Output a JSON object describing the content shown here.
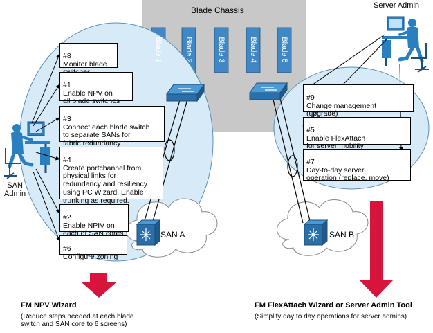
{
  "chassis": {
    "title": "Blade Chassis",
    "blades": [
      "Blade 1",
      "Blade 2",
      "Blade 3",
      "Blade 4",
      "Blade 5"
    ]
  },
  "actors": {
    "san_admin": "SAN\nAdmin",
    "server_admin": "Server Admin"
  },
  "left_steps": [
    {
      "num": "#8",
      "text": "Monitor blade\nswitches"
    },
    {
      "num": "#1",
      "text": "Enable NPV on\nall blade switches"
    },
    {
      "num": "#3",
      "text": "Connect each blade switch\nto separate SANs for\nfabric redundancy"
    },
    {
      "num": "#4",
      "text": "Create portchannel from\nphysical links for\nredundancy and resiliency\nusing PC Wizard. Enable\ntrunking as required."
    },
    {
      "num": "#2",
      "text": "Enable NPIV on\neach of SAN cores"
    },
    {
      "num": "#6",
      "text": "Configure zoning"
    }
  ],
  "right_steps": [
    {
      "num": "#9",
      "text": "Change management\n(upgrade)"
    },
    {
      "num": "#5",
      "text": "Enable FlexAttach\nfor server mobility"
    },
    {
      "num": "#7",
      "text": "Day-to-day server\noperation (replace, move)"
    }
  ],
  "san_labels": {
    "a": "SAN A",
    "b": "SAN B"
  },
  "footer": {
    "left_title": "FM NPV Wizard",
    "left_desc": "(Reduce steps needed at each blade\nswitch and SAN core to 6 screens)",
    "right_title": "FM FlexAttach Wizard  or Server Admin Tool",
    "right_desc": "(Simplify day to day operations for server admins)"
  },
  "colors": {
    "chassis_bg": "#c8c8c8",
    "blade_fill": "#3f88c5",
    "ellipse_fill": "#d6eaf8",
    "arrow_red": "#d6143c",
    "switch_blue": "#2a7fc1"
  },
  "icons": [
    "person-at-computer-icon",
    "network-switch-icon",
    "director-switch-icon",
    "cloud-icon",
    "down-arrow-icon"
  ]
}
